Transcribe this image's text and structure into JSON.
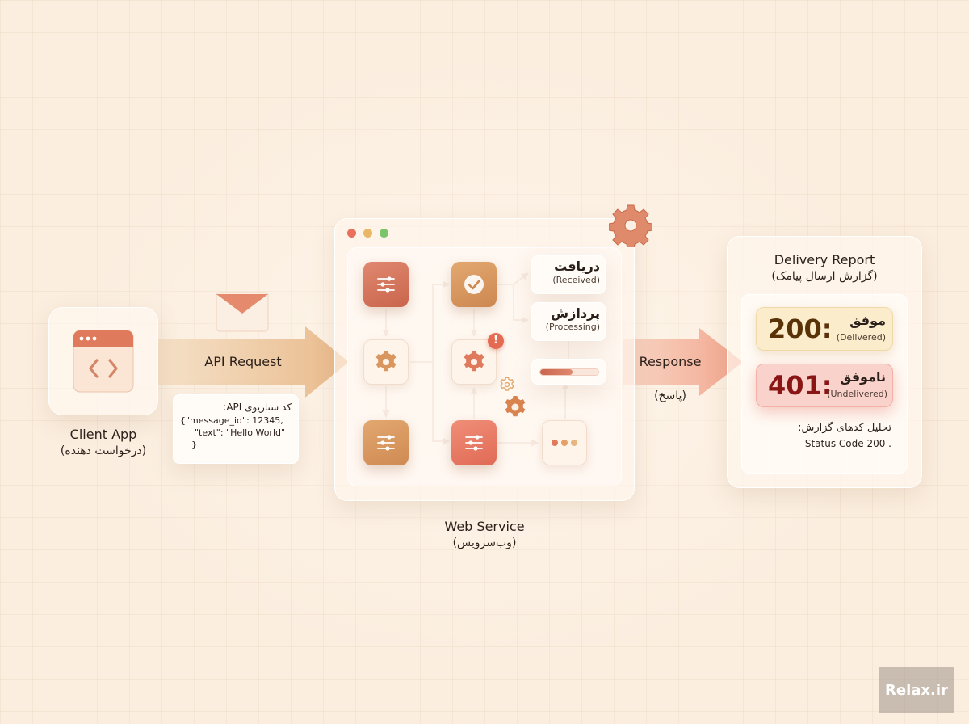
{
  "client": {
    "title": "Client App",
    "subtitle": "(درخواست دهنده)"
  },
  "request_arrow_label": "API Request",
  "code_box": {
    "title": "کد سناریوی API:",
    "line1": "{\"message_id\": 12345,",
    "line2": "\"text\": \"Hello World\"",
    "line3": "}"
  },
  "web_service": {
    "title": "Web Service",
    "subtitle": "(وب‌سرویس)",
    "received_title": "دریافت",
    "received_sub": "(Received)",
    "processing_title": "پردازش",
    "processing_sub": "(Processing)",
    "alert_mark": "!",
    "progress_fraction": 0.55,
    "window_dot_colors": [
      "#e8705c",
      "#e8b866",
      "#7cc46a"
    ]
  },
  "response": {
    "label": "Response",
    "sublabel": "(پاسخ)"
  },
  "report": {
    "title": "Delivery Report",
    "subtitle": "(گزارش ارسال پیامک)",
    "success": {
      "code": "200:",
      "label": "موفق",
      "sub": "(Delivered)"
    },
    "failure": {
      "code": "401:",
      "label": "ناموفق",
      "sub": "(Undelivered)"
    },
    "analysis_title": "تحلیل کدهای گزارش:",
    "analysis_line": "Status Code 200 ."
  },
  "watermark": "Relax.ir",
  "colors": {
    "accent_red": "#d9705a",
    "accent_amber": "#d4945a",
    "success_bg": "#fbeccb",
    "failure_bg": "#f9d2cc",
    "success_text": "#5a3208",
    "failure_text": "#8a1515"
  },
  "icons": {
    "client": "code-window-icon",
    "envelope": "envelope-icon",
    "gear": "gear-icon",
    "check": "check-icon",
    "sliders": "sliders-icon",
    "dots": "dots-icon",
    "alert": "alert-icon"
  }
}
